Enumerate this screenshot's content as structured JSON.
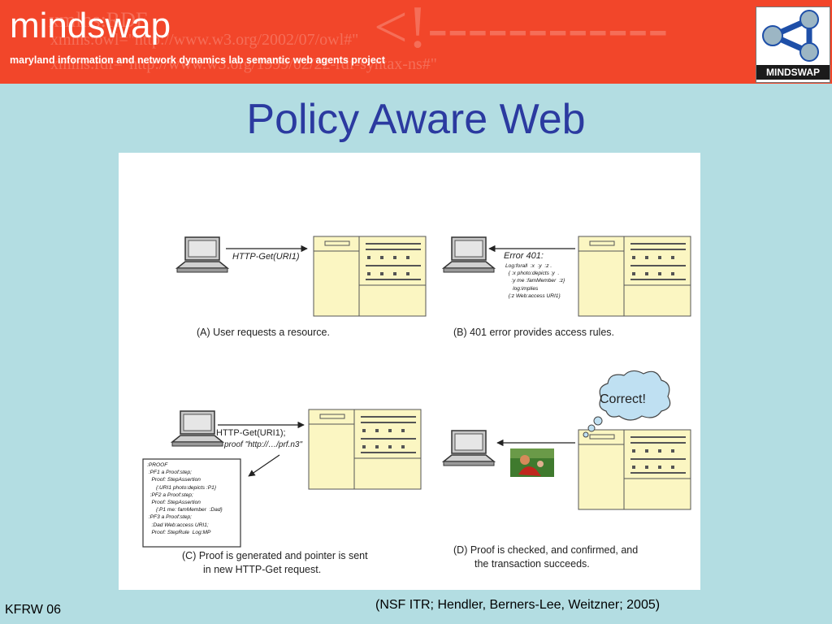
{
  "header": {
    "brand": "mindswap",
    "tagline": "maryland information and network dynamics lab semantic web agents project",
    "logo_label": "MINDSWAP",
    "watermark_lines": [
      "xmlns:RDF",
      "xmlns:owl=\"http://www.w3.org/2002/07/owl#\"",
      "xmlns:rdf=\"http://www.w3.org/1999/02/22-rdf-syntax-ns#\"",
      "<!------------"
    ]
  },
  "slide": {
    "title": "Policy Aware Web"
  },
  "figure": {
    "panelA": {
      "arrow_label": "HTTP-Get(URI1)",
      "caption": "(A)  User requests a resource."
    },
    "panelB": {
      "caption": "(B)  401 error provides access rules.",
      "error_title": "Error 401:",
      "error_lines": "Log:forall  :x  :y  :z .\n  { :x photo:depicts :y  .\n    :y me :famMember  :z}\n     log:implies\n  {:z Web:access URI1}"
    },
    "panelC": {
      "arrow_label": "HTTP-Get(URI1);",
      "arrow_sublabel": "proof \"http://…/prf.n3\"",
      "proof_text": ":PROOF\n :PF1 a Proof:step;\n   Proof: StepAssertion\n      {:URI1 photo:depicts :P1}\n  :PF2 a Proof:step;\n   Proof: StepAssertion\n      {:P1 me: famMember  :Dad}\n :PF3 a Proof:step;\n   :Dad Web:access URI1;\n   Proof: StepRule  Log:MP",
      "caption_line1": "(C)  Proof is generated and pointer is sent",
      "caption_line2": "in new HTTP-Get request."
    },
    "panelD": {
      "bubble_text": "Correct!",
      "caption_line1": "(D)  Proof is checked, and confirmed, and",
      "caption_line2": "the transaction succeeds."
    }
  },
  "footer": {
    "left": "KFRW 06",
    "right": "(NSF ITR; Hendler, Berners-Lee, Weitzner; 2005)"
  },
  "colors": {
    "banner": "#f2462a",
    "background": "#b3dde2",
    "title": "#2b3aa0",
    "server_fill": "#fbf6c2"
  }
}
